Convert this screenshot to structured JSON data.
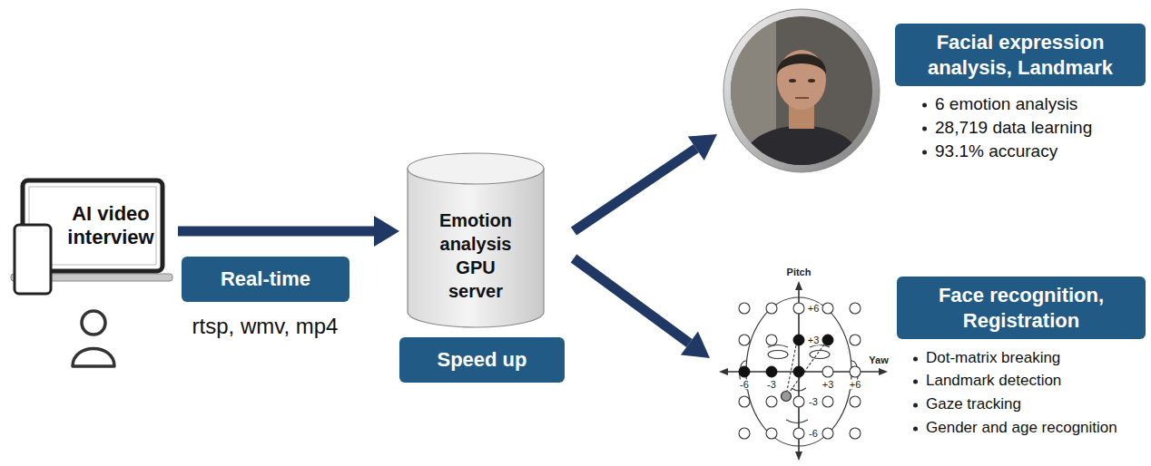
{
  "diagram": {
    "nodes": [
      {
        "text": [
          "AI video interview"
        ]
      },
      {
        "text": [
          "Real-time"
        ]
      },
      {
        "text": [
          "Emotion analysis GPU server"
        ]
      },
      {
        "text": [
          "Speed up"
        ]
      },
      {
        "text": [
          "Facial expression analysis, Landmark"
        ]
      },
      {
        "text": [
          "Face recognition, Registration"
        ]
      }
    ],
    "edges": [
      {
        "from": 0,
        "to": 2,
        "arrow": "to"
      }
    ],
    "labels": [
      "rtsp, wmv, mp4",
      "6 emotion analysis",
      "28,719 data learning",
      "93.1% accuracy",
      "Pitch",
      "+6",
      "+3",
      "Yaw",
      "-6",
      "-3",
      "+3",
      "+6",
      "-3",
      "-6",
      "Dot-matrix breaking",
      "Landmark detection",
      "Gaze tracking",
      "Gender and age recognition"
    ]
  }
}
